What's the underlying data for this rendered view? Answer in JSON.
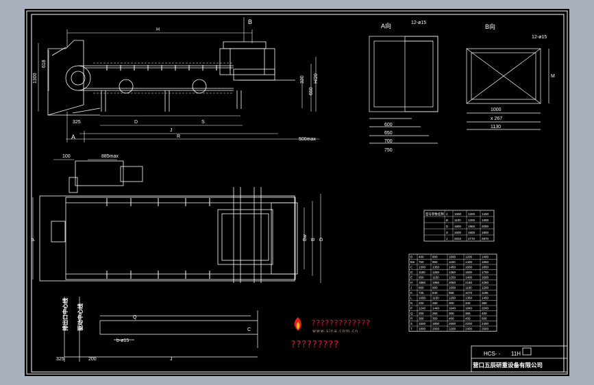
{
  "drawing": {
    "labels": {
      "dim_H": "H",
      "dim_B_top": "B",
      "dim_1300": "1300",
      "dim_618": "618",
      "dim_320": "320",
      "dim_650": "650",
      "dim_H20": "H/20",
      "dim_325_top": "325",
      "dim_A_top": "A",
      "dim_D": "D",
      "dim_S": "S",
      "dim_J": "J",
      "dim_R": "R",
      "dim_500max": "500max",
      "dim_100": "100",
      "dim_885max": "885max",
      "dim_P": "P",
      "dim_Bw": "Bw",
      "dim_B_plan": "B",
      "dim_D_plan": "D",
      "dim_Q": "Q",
      "dim_C": "C",
      "dim_b15": "b-ø15",
      "dim_325_bottom": "325",
      "dim_200": "200",
      "dim_J_bottom": "J",
      "note_outlet_1": "排出口中心线",
      "note_outlet_2": "驱动中心线",
      "viewA_title": "A向",
      "viewA_holes": "12-ø15",
      "viewA_600": "600",
      "viewA_650": "650",
      "viewA_700": "700",
      "viewA_750": "750",
      "viewB_title": "B向",
      "viewB_holes": "12-ø15",
      "viewB_1000": "1000",
      "viewB_x267": "x 267",
      "viewB_1130": "1130",
      "viewB_M": "M"
    },
    "watermark": {
      "title": "?????????????",
      "subtitle": "www.sina.com.cn",
      "bottom": "?????????"
    },
    "title_block": {
      "model": "HCS- -",
      "code": "11H",
      "company": "营口五辰研重设备有限公司"
    },
    "table_small": {
      "rows": [
        [
          "型号参数名称",
          "4",
          "1000",
          "1200",
          "1400"
        ],
        [
          "",
          "B",
          "1100",
          "1200",
          "1300"
        ],
        [
          "",
          "D",
          "1800",
          "1900",
          "2000"
        ],
        [
          "",
          "S",
          "1500",
          "1600",
          "1800"
        ],
        [
          "",
          "J",
          "2810",
          "2770",
          "2870"
        ]
      ]
    },
    "table_big": {
      "rows": [
        [
          "B",
          "400",
          "800",
          "1000",
          "1200",
          "1400"
        ],
        [
          "Bw",
          "750",
          "950",
          "1150",
          "1400",
          "1650"
        ],
        [
          "C",
          "1300",
          "1350",
          "1450",
          "1600",
          "1850"
        ],
        [
          "D",
          "1150",
          "1250",
          "1350",
          "1500",
          "1700"
        ],
        [
          "E",
          "950",
          "1100",
          "1250",
          "1400",
          "1600"
        ],
        [
          "H",
          "1860",
          "1960",
          "2060",
          "2160",
          "2260"
        ],
        [
          "J",
          "800",
          "900",
          "1000",
          "1100",
          "1200"
        ],
        [
          "K",
          "725",
          "840",
          "955",
          "1070",
          "1185"
        ],
        [
          "L",
          "1050",
          "1150",
          "1250",
          "1350",
          "1450"
        ],
        [
          "N",
          "220",
          "260",
          "300",
          "340",
          "380"
        ],
        [
          "P",
          "1240",
          "1440",
          "1640",
          "1840",
          "2040"
        ],
        [
          "Q",
          "200",
          "250",
          "300",
          "350",
          "400"
        ],
        [
          "R",
          "300",
          "350",
          "400",
          "450",
          "500"
        ],
        [
          "S",
          "1600",
          "1800",
          "2000",
          "2200",
          "2400"
        ],
        [
          "T",
          "1800",
          "2000",
          "2200",
          "2400",
          "2600"
        ]
      ]
    }
  }
}
